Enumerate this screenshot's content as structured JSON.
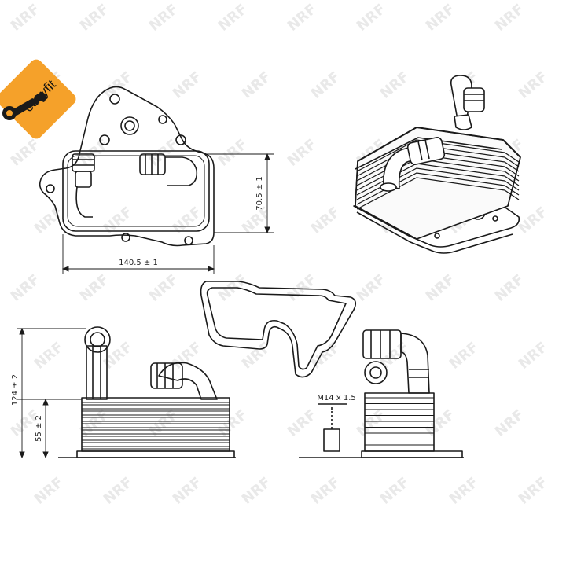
{
  "badge": {
    "text": "easyfit",
    "color": "#f5a12a"
  },
  "watermark": {
    "text": "NRF"
  },
  "dimensions": {
    "top_width": "140.5 ± 1",
    "top_height": "70.5 ± 1",
    "side_total_height": "124 ± 2",
    "side_lower_height": "55 ± 2",
    "thread": "M14 x 1.5"
  },
  "colors": {
    "line": "#1a1a1a",
    "badge": "#f5a12a",
    "watermark": "#e6e6e6"
  }
}
